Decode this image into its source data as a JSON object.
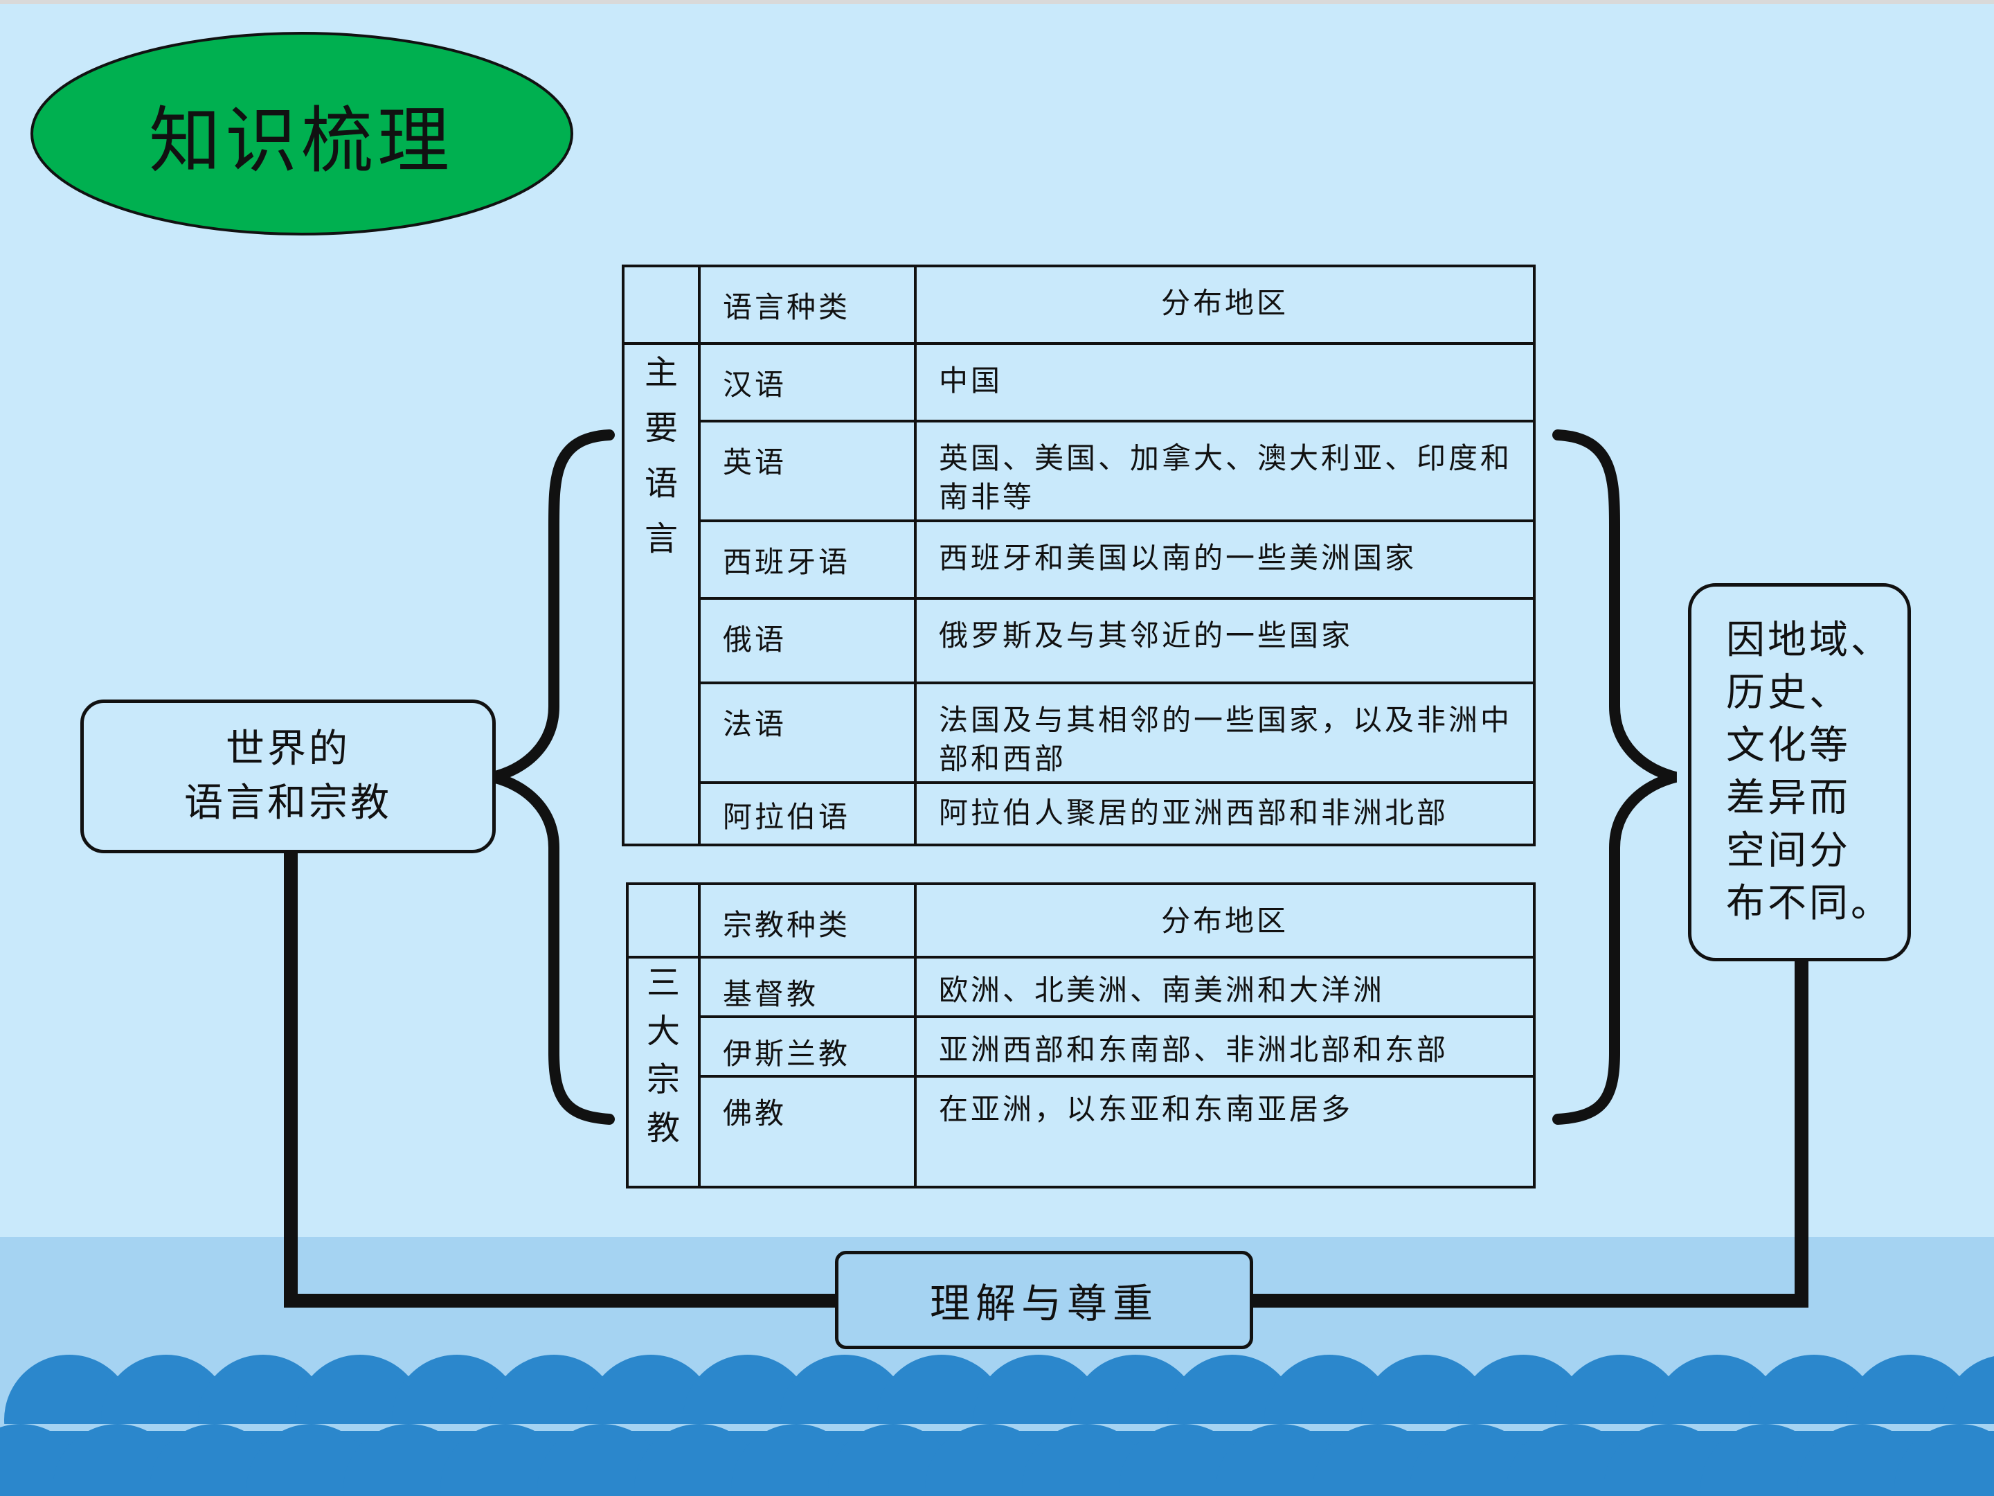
{
  "title": "知识梳理",
  "topic": [
    "世界的",
    "语言和宗教"
  ],
  "reason": [
    "因地域、",
    "历史、",
    "文化等",
    "差异而",
    "空间分",
    "布不同。"
  ],
  "conclusion": "理解与尊重",
  "languages": {
    "group_label": [
      "主",
      "要",
      "语",
      "言"
    ],
    "header": {
      "type": "语言种类",
      "region": "分布地区"
    },
    "rows": [
      {
        "type": "汉语",
        "region": "中国"
      },
      {
        "type": "英语",
        "region": "英国、美国、加拿大、澳大利亚、印度和南非等"
      },
      {
        "type": "西班牙语",
        "region": "西班牙和美国以南的一些美洲国家"
      },
      {
        "type": "俄语",
        "region": "俄罗斯及与其邻近的一些国家"
      },
      {
        "type": "法语",
        "region": "法国及与其相邻的一些国家，以及非洲中部和西部"
      },
      {
        "type": "阿拉伯语",
        "region": "阿拉伯人聚居的亚洲西部和非洲北部"
      }
    ]
  },
  "religions": {
    "group_label": [
      "三",
      "大",
      "宗",
      "教"
    ],
    "header": {
      "type": "宗教种类",
      "region": "分布地区"
    },
    "rows": [
      {
        "type": "基督教",
        "region": "欧洲、北美洲、南美洲和大洋洲"
      },
      {
        "type": "伊斯兰教",
        "region": "亚洲西部和东南部、非洲北部和东部"
      },
      {
        "type": "佛教",
        "region": "在亚洲，以东亚和东南亚居多"
      }
    ]
  },
  "colors": {
    "background": "#c9e9fb",
    "title_fill": "#00b050",
    "water": "#a5d3f2",
    "waves": "#2b87cc"
  }
}
